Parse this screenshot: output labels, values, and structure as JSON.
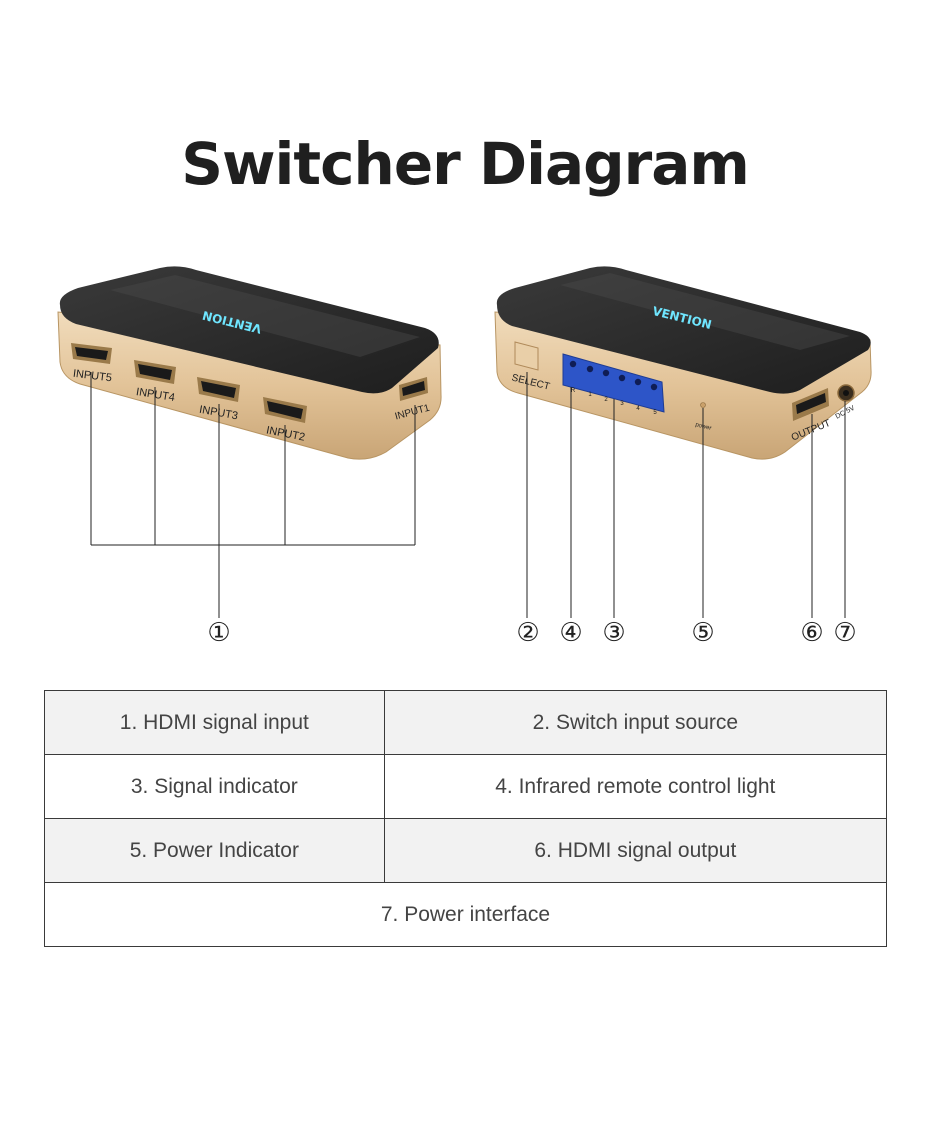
{
  "title": "Switcher Diagram",
  "brand": "VENTION",
  "front_ports": [
    "INPUT5",
    "INPUT4",
    "INPUT3",
    "INPUT2",
    "INPUT1"
  ],
  "back_labels": {
    "select": "SELECT",
    "indicators": [
      "R",
      "1",
      "2",
      "3",
      "4",
      "5"
    ],
    "power": "power",
    "output": "OUTPUT",
    "dc": "DC 5V"
  },
  "callouts": [
    "①",
    "②",
    "④",
    "③",
    "⑤",
    "⑥",
    "⑦"
  ],
  "legend": [
    [
      "1. HDMI signal input",
      "2. Switch input source"
    ],
    [
      "3. Signal indicator",
      "4. Infrared remote control light"
    ],
    [
      "5. Power Indicator",
      "6. HDMI signal output"
    ],
    [
      "7. Power interface"
    ]
  ],
  "colors": {
    "body_gold": "#e2c398",
    "top_dark": "#2a2a2a",
    "led_blue": "#2d55c8",
    "brand_cyan": "#6fe6ff",
    "line": "#222222"
  }
}
